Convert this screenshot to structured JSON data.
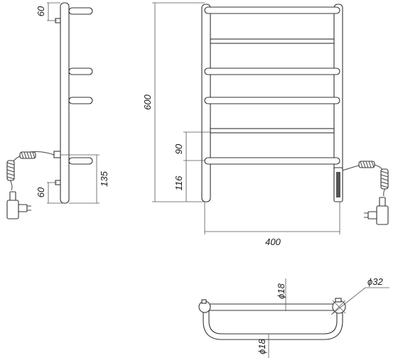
{
  "side_view": {
    "dim_top_60": "60",
    "dim_bottom_60": "60",
    "dim_135": "135"
  },
  "front_view": {
    "dim_600": "600",
    "dim_90": "90",
    "dim_116": "116",
    "dim_400": "400"
  },
  "top_view": {
    "dim_d18_upper": "ϕ18",
    "dim_d18_lower": "ϕ18",
    "dim_d32": "ϕ32"
  }
}
